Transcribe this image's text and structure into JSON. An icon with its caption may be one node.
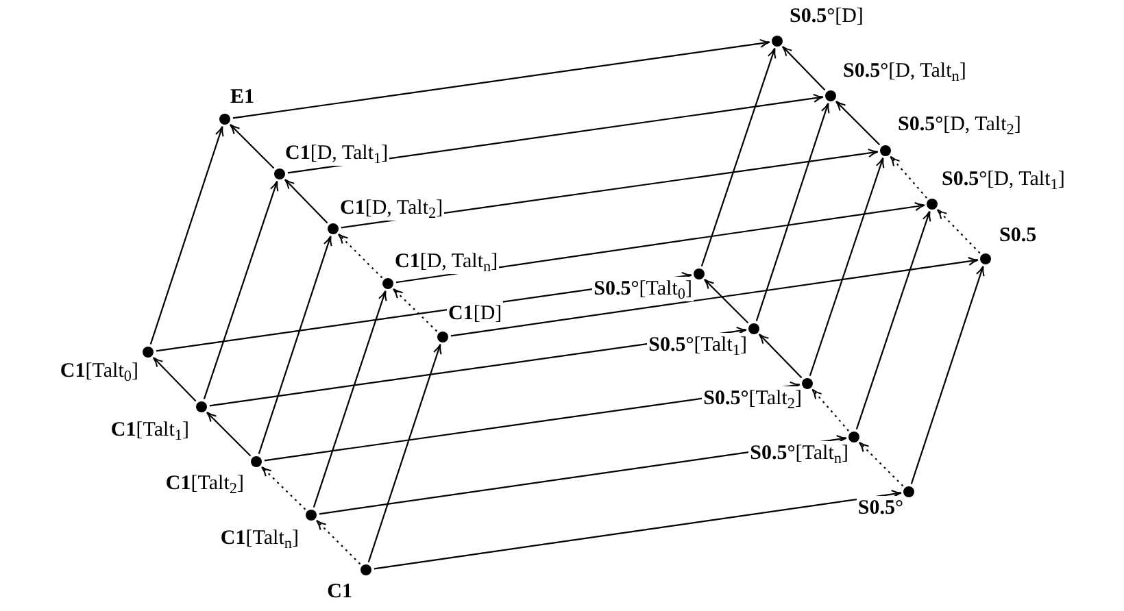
{
  "diagram": {
    "nodes": [
      {
        "text": [],
        "shape": "circle",
        "beside": [
          "**S0.5°**[D]"
        ]
      },
      {
        "text": [],
        "shape": "circle",
        "beside": [
          "**S0.5°**[D, Talt$_{n}$]"
        ]
      },
      {
        "text": [],
        "shape": "circle",
        "beside": [
          "**E1**"
        ]
      },
      {
        "text": [],
        "shape": "circle",
        "beside": [
          "**S0.5°**[D, Talt$_{2}$]"
        ]
      },
      {
        "text": [],
        "shape": "circle",
        "beside": [
          "**C1**[D, Talt$_{1}$]"
        ]
      },
      {
        "text": [],
        "shape": "circle",
        "beside": [
          "**S0.5°**[D, Talt$_{1}$]"
        ]
      },
      {
        "text": [],
        "shape": "circle",
        "beside": [
          "**C1**[D, Talt$_{2}$]"
        ]
      },
      {
        "text": [],
        "shape": "circle",
        "beside": [
          "**S0.5**"
        ]
      },
      {
        "text": [],
        "shape": "circle",
        "beside": [
          "**C1**[D, Talt$_{n}$]"
        ]
      },
      {
        "text": [],
        "shape": "circle",
        "beside": [
          "**S0.5°**[Talt$_{0}$]"
        ]
      },
      {
        "text": [],
        "shape": "circle",
        "beside": [
          "**C1**[D]"
        ]
      },
      {
        "text": [],
        "shape": "circle",
        "beside": [
          "**S0.5°**[Talt$_{1}$]"
        ]
      },
      {
        "text": [],
        "shape": "circle",
        "beside": [
          "**C1**[Talt$_{0}$]"
        ]
      },
      {
        "text": [],
        "shape": "circle",
        "beside": [
          "**S0.5°**[Talt$_{2}$]"
        ]
      },
      {
        "text": [],
        "shape": "circle",
        "beside": [
          "**C1**[Talt$_{1}$]"
        ]
      },
      {
        "text": [],
        "shape": "circle",
        "beside": [
          "**S0.5°**[Talt$_{n}$]"
        ]
      },
      {
        "text": [],
        "shape": "circle",
        "beside": [
          "**C1**[Talt$_{2}$]"
        ]
      },
      {
        "text": [],
        "shape": "circle",
        "beside": [
          "**S0.5°**"
        ]
      },
      {
        "text": [],
        "shape": "circle",
        "beside": [
          "**C1**[Talt$_{n}$]"
        ]
      },
      {
        "text": [],
        "shape": "circle",
        "beside": [
          "**C1**"
        ]
      }
    ],
    "edges": [
      {
        "from": 19,
        "to": 18,
        "arrow": "to",
        "style": "dashed"
      },
      {
        "from": 18,
        "to": 16,
        "arrow": "to",
        "style": "dashed"
      },
      {
        "from": 16,
        "to": 14,
        "arrow": "to"
      },
      {
        "from": 14,
        "to": 12,
        "arrow": "to"
      },
      {
        "from": 10,
        "to": 8,
        "arrow": "to",
        "style": "dashed"
      },
      {
        "from": 8,
        "to": 6,
        "arrow": "to",
        "style": "dashed"
      },
      {
        "from": 6,
        "to": 4,
        "arrow": "to"
      },
      {
        "from": 4,
        "to": 2,
        "arrow": "to"
      },
      {
        "from": 17,
        "to": 15,
        "arrow": "to",
        "style": "dashed"
      },
      {
        "from": 15,
        "to": 13,
        "arrow": "to",
        "style": "dashed"
      },
      {
        "from": 13,
        "to": 11,
        "arrow": "to"
      },
      {
        "from": 11,
        "to": 9,
        "arrow": "to"
      },
      {
        "from": 7,
        "to": 5,
        "arrow": "to",
        "style": "dashed"
      },
      {
        "from": 5,
        "to": 3,
        "arrow": "to",
        "style": "dashed"
      },
      {
        "from": 3,
        "to": 1,
        "arrow": "to"
      },
      {
        "from": 1,
        "to": 0,
        "arrow": "to"
      },
      {
        "from": 19,
        "to": 10,
        "arrow": "to"
      },
      {
        "from": 18,
        "to": 8,
        "arrow": "to"
      },
      {
        "from": 16,
        "to": 6,
        "arrow": "to"
      },
      {
        "from": 14,
        "to": 4,
        "arrow": "to"
      },
      {
        "from": 12,
        "to": 2,
        "arrow": "to"
      },
      {
        "from": 17,
        "to": 7,
        "arrow": "to"
      },
      {
        "from": 15,
        "to": 5,
        "arrow": "to"
      },
      {
        "from": 13,
        "to": 3,
        "arrow": "to"
      },
      {
        "from": 11,
        "to": 1,
        "arrow": "to"
      },
      {
        "from": 9,
        "to": 0,
        "arrow": "to"
      },
      {
        "from": 19,
        "to": 17,
        "arrow": "to"
      },
      {
        "from": 18,
        "to": 15,
        "arrow": "to"
      },
      {
        "from": 16,
        "to": 13,
        "arrow": "to"
      },
      {
        "from": 14,
        "to": 11,
        "arrow": "to"
      },
      {
        "from": 12,
        "to": 9,
        "arrow": "to"
      },
      {
        "from": 10,
        "to": 7,
        "arrow": "to"
      },
      {
        "from": 8,
        "to": 5,
        "arrow": "to"
      },
      {
        "from": 6,
        "to": 3,
        "arrow": "to"
      },
      {
        "from": 4,
        "to": 1,
        "arrow": "to"
      },
      {
        "from": 2,
        "to": 0,
        "arrow": "to"
      }
    ]
  }
}
